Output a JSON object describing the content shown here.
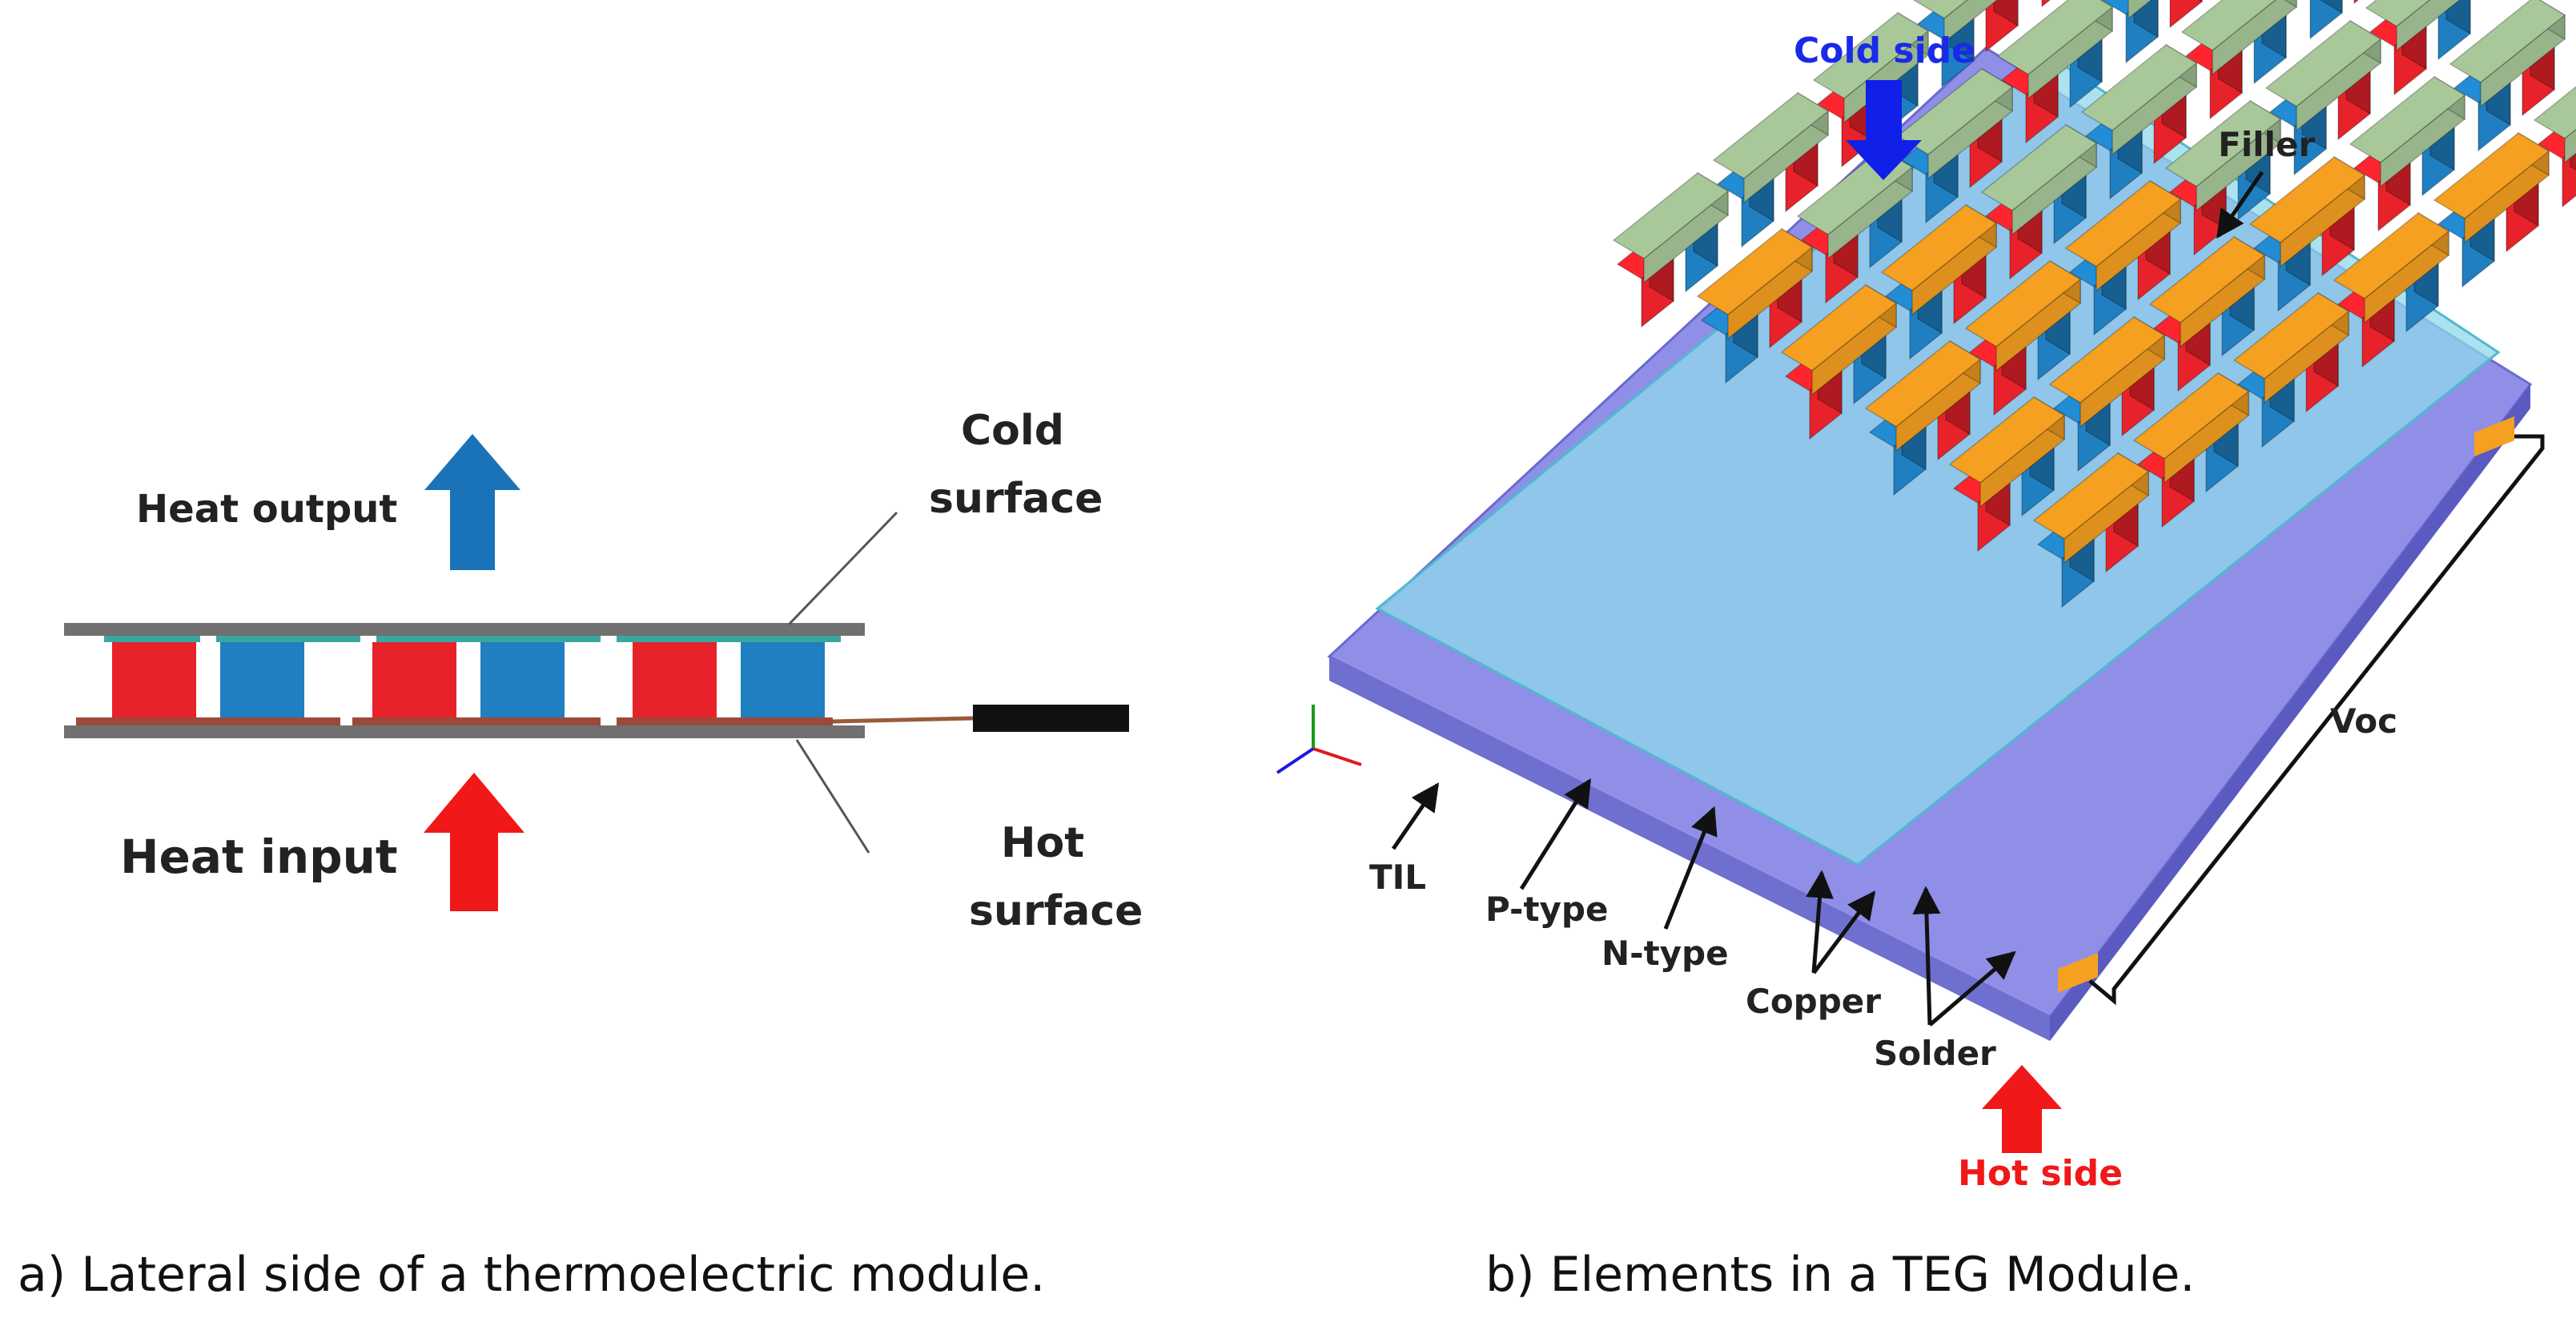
{
  "panel_a": {
    "heat_output": "Heat output",
    "heat_input": "Heat input",
    "cold_surface_1": "Cold",
    "cold_surface_2": "surface",
    "hot_surface_1": "Hot",
    "hot_surface_2": "surface",
    "caption": "a) Lateral side of a thermoelectric module."
  },
  "panel_b": {
    "cold_side": "Cold side",
    "hot_side": "Hot side",
    "filler": "Filler",
    "til": "TIL",
    "p_type": "P-type",
    "n_type": "N-type",
    "copper": "Copper",
    "solder": "Solder",
    "voc": "Voc",
    "caption": "b) Elements in a TEG Module."
  },
  "colors": {
    "p_type": "#e8222a",
    "n_type": "#1f7fc1",
    "heat_output_arrow": "#1a73b8",
    "heat_input_arrow": "#f01818",
    "cold_side_arrow": "#1020e8",
    "hot_side_arrow": "#f01818",
    "copper": "#f5a020",
    "filler": "#8fd8ea",
    "til": "#8f8fe8",
    "cold_cap": "#a8c89a"
  }
}
